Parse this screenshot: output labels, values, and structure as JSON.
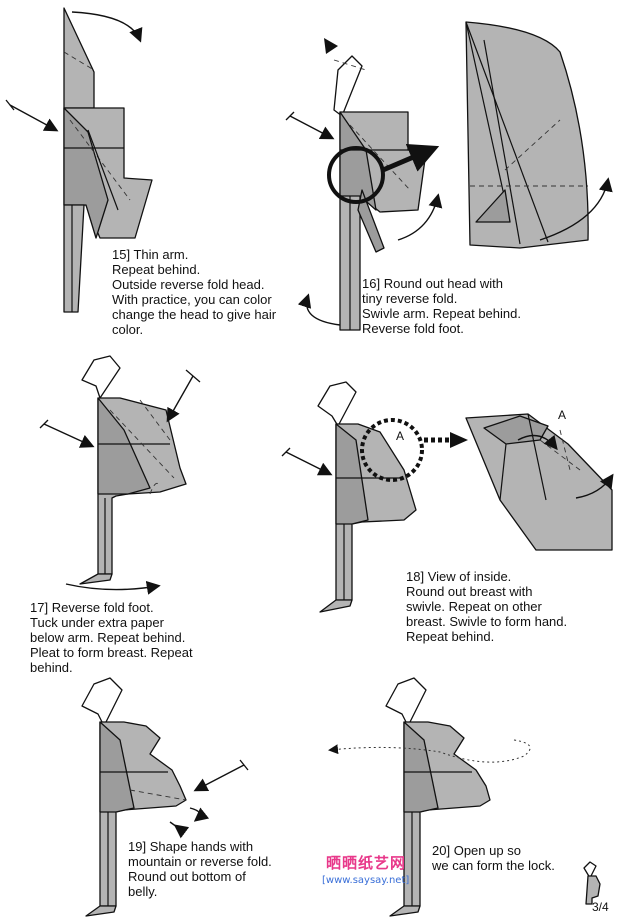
{
  "steps": [
    {
      "number": "15]",
      "text": "Thin arm.\nRepeat behind.\nOutside reverse fold head.\nWith practice, you can color\nchange the head to give hair\ncolor."
    },
    {
      "number": "16]",
      "text": "Round out head with\ntiny reverse fold.\nSwivle arm. Repeat behind.\nReverse fold foot."
    },
    {
      "number": "17]",
      "text": "Reverse fold foot.\nTuck under extra paper\nbelow arm. Repeat behind.\nPleat to form breast. Repeat\nbehind."
    },
    {
      "number": "18]",
      "text": "View of inside.\nRound out breast with\nswivle. Repeat on other\nbreast. Swivle to form hand.\nRepeat behind."
    },
    {
      "number": "19]",
      "text": "Shape hands with\nmountain or reverse fold.\nRound out bottom of\nbelly."
    },
    {
      "number": "20]",
      "text": "Open up so\nwe can form the lock."
    }
  ],
  "detail_labels": {
    "a_circle": "A",
    "a_detail": "A"
  },
  "watermark": {
    "site_cn": "晒晒纸艺网",
    "url": "[www.saysay.net]"
  },
  "page_number": "3/4",
  "colors": {
    "paper": "#b4b4b4",
    "paper_dark": "#9c9c9c",
    "line": "#111111",
    "watermark_pink": "#e8388a",
    "watermark_blue": "#3a6fd8"
  }
}
